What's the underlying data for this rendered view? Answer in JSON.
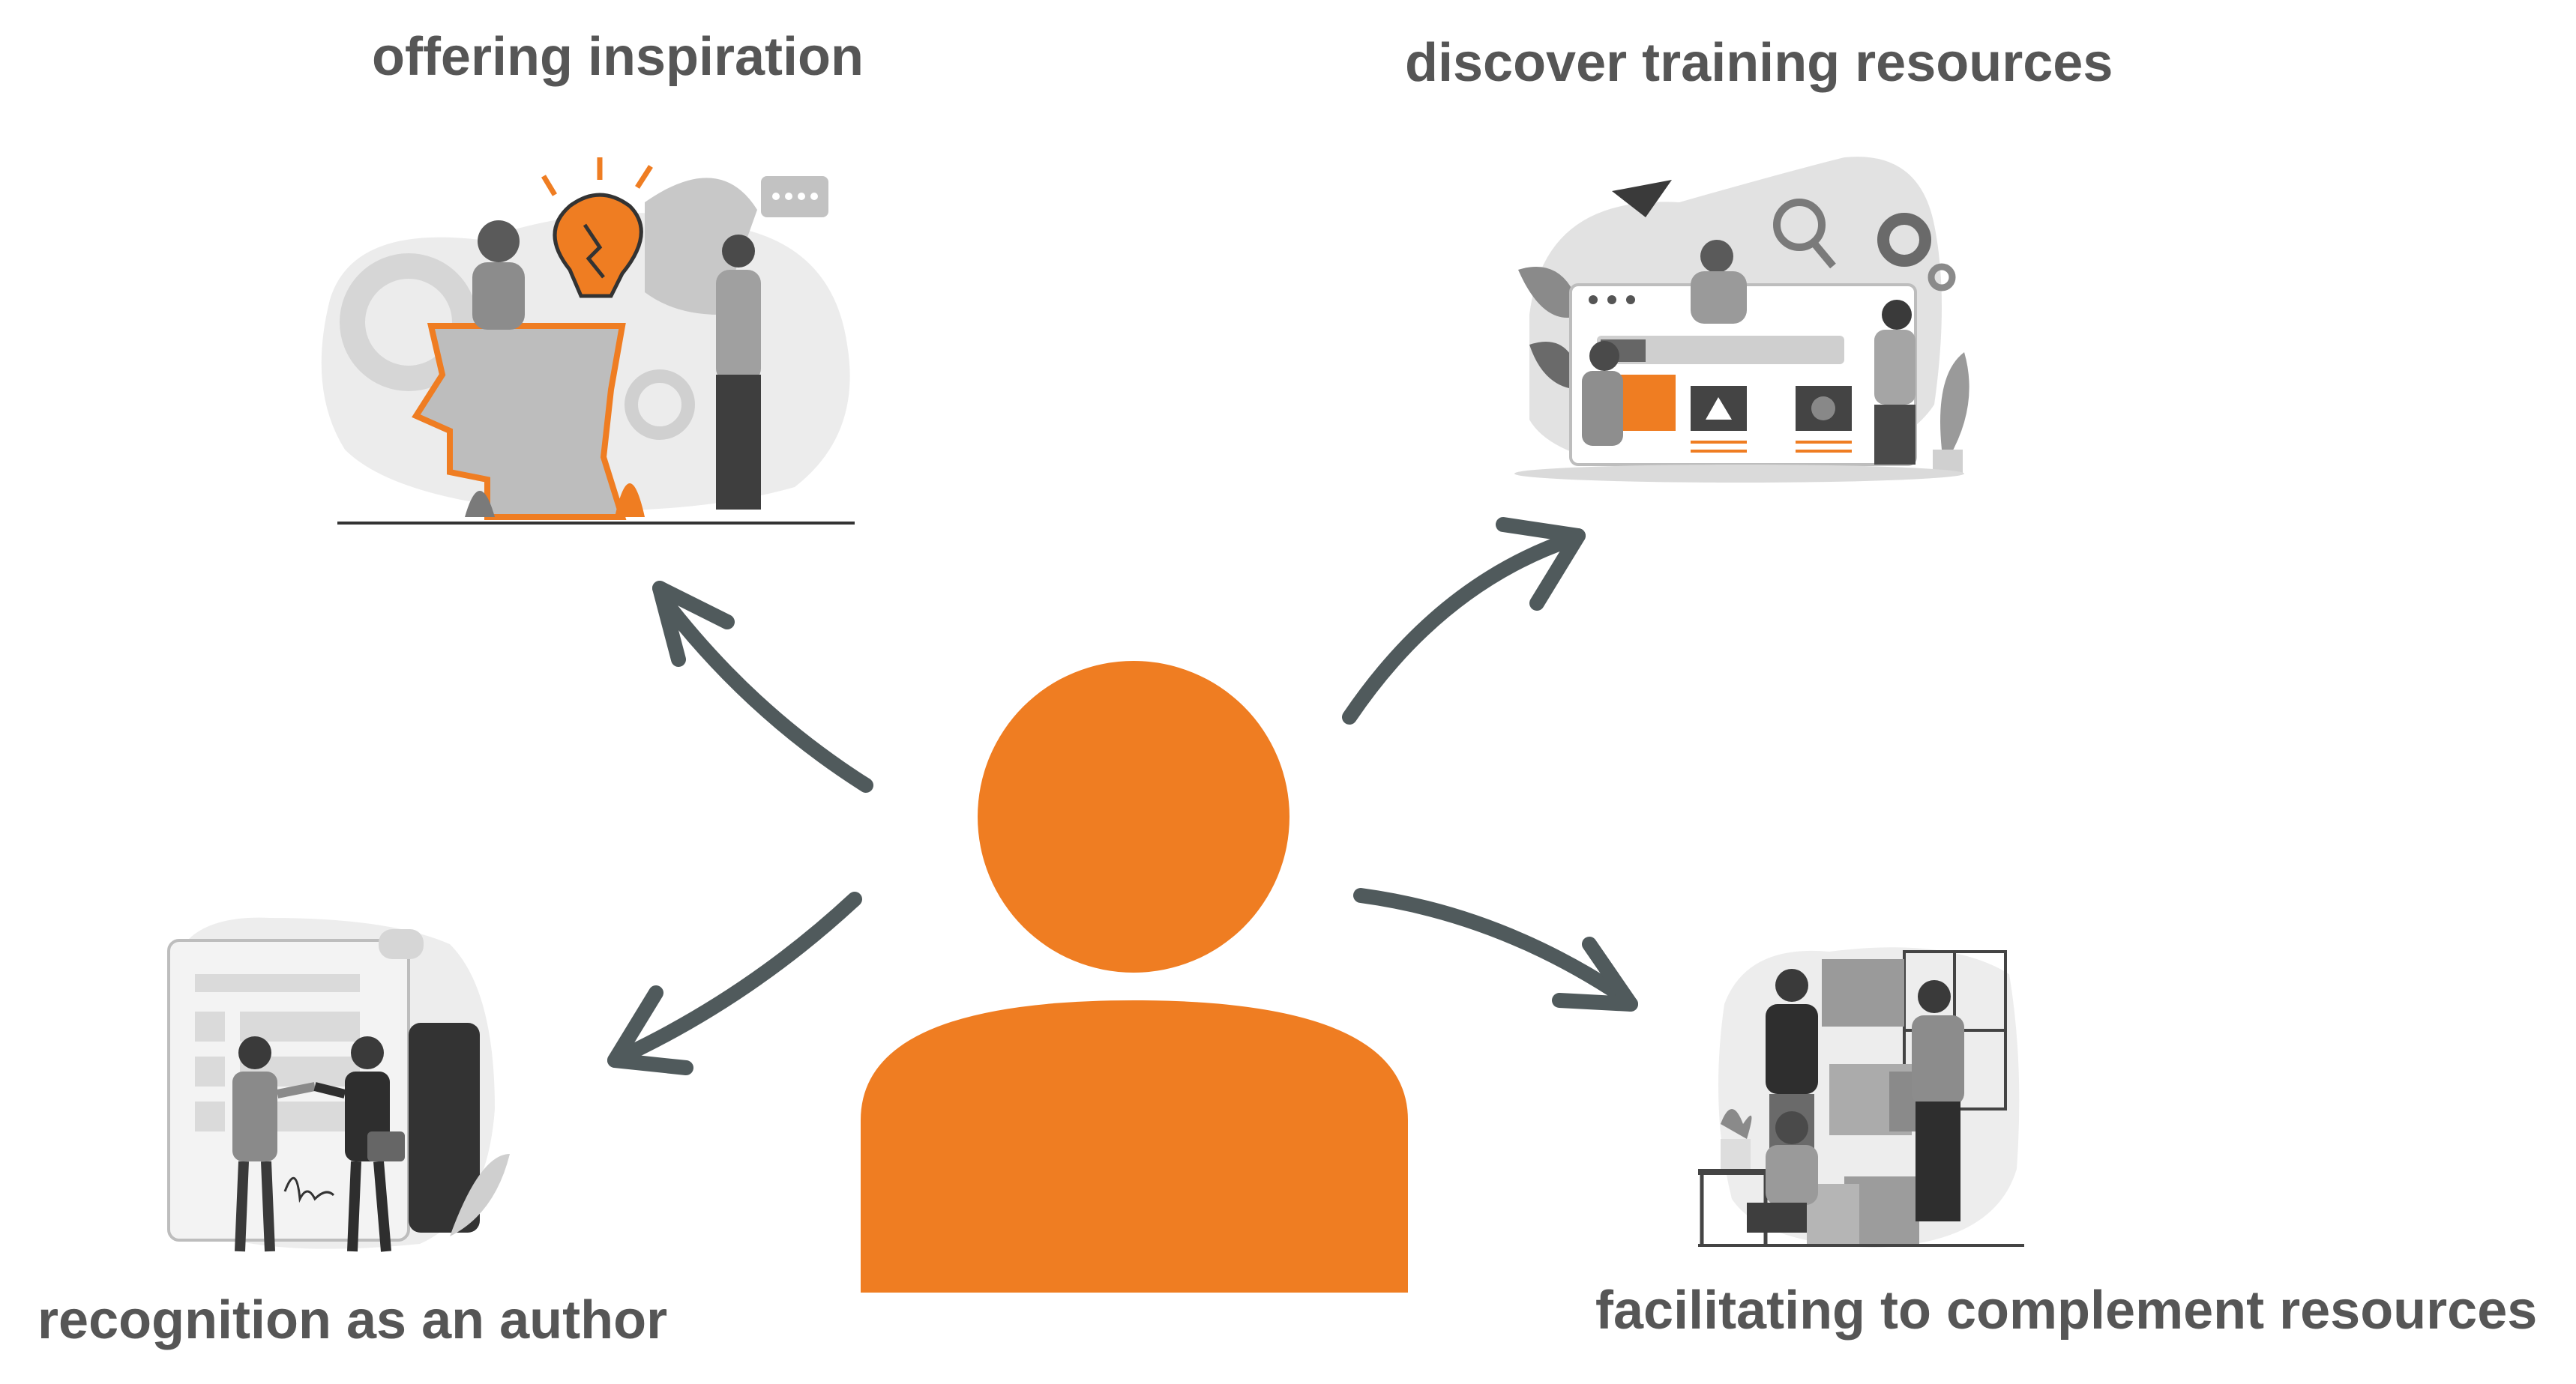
{
  "colors": {
    "accent": "#EF7D22",
    "arrow": "#505A5C",
    "text": "#565656",
    "illustration_gray": "#9A9A9A",
    "illustration_light": "#E6E6E6",
    "illustration_dark": "#3A3A3A"
  },
  "center": {
    "icon": "person-icon"
  },
  "nodes": [
    {
      "label": "offering inspiration",
      "icon": "idea-head-illustration"
    },
    {
      "label": "discover training resources",
      "icon": "web-search-illustration"
    },
    {
      "label": "recognition as an author",
      "icon": "handshake-contract-illustration"
    },
    {
      "label": "facilitating to complement resources",
      "icon": "moving-boxes-illustration"
    }
  ]
}
